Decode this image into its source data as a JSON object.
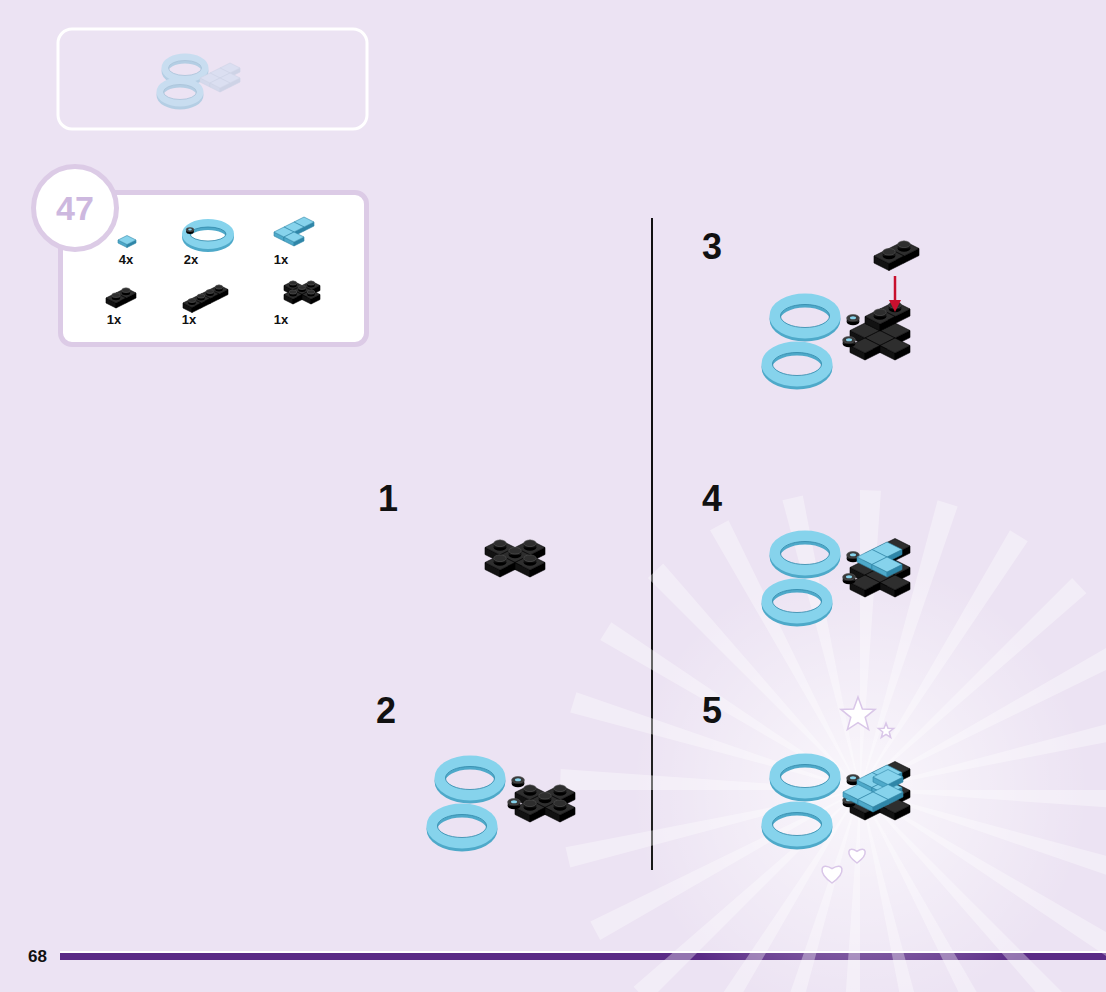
{
  "diagram": {
    "nodes": [
      {
        "text": [
          "47"
        ]
      },
      {
        "text": [
          "4x",
          "2x",
          "1x",
          "1x",
          "1x",
          "1x"
        ]
      }
    ],
    "labels": [
      "1",
      "2",
      "3",
      "4",
      "5",
      "68"
    ]
  }
}
